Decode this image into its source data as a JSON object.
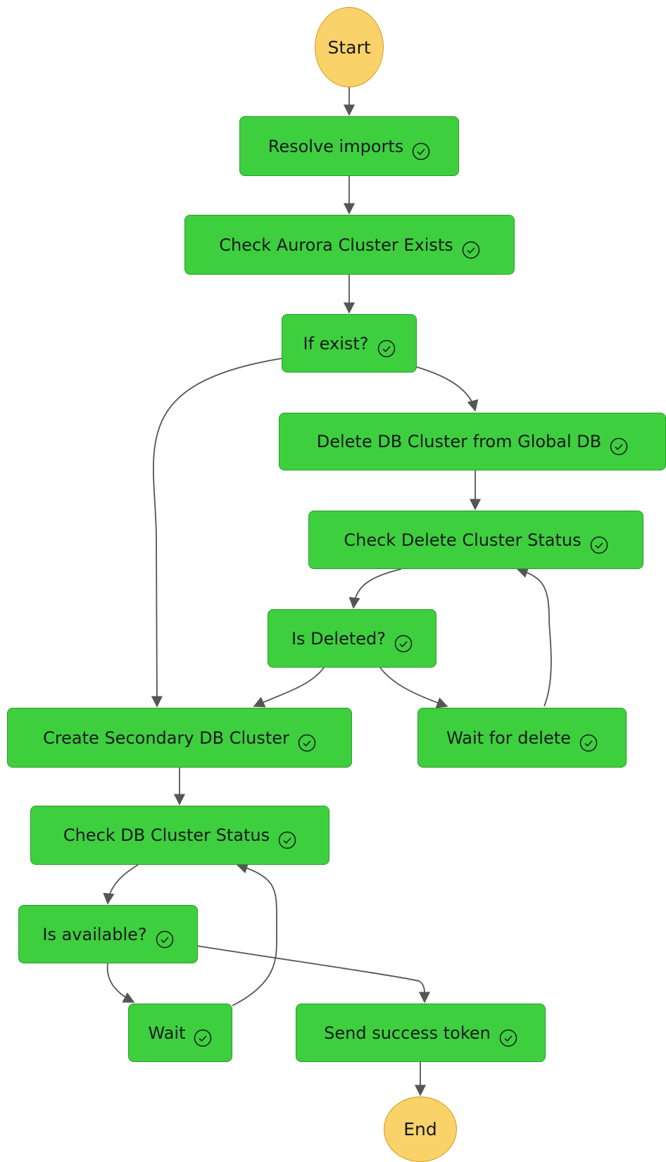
{
  "colors": {
    "task_fill": "#3ecf3e",
    "task_border": "#2a9c2a",
    "terminal_fill": "#fad26a",
    "terminal_border": "#d39b1c",
    "edge": "#555555",
    "text": "#16191f"
  },
  "states": {
    "start": "Start",
    "resolve_imports": "Resolve imports",
    "check_cluster_exists": "Check Aurora Cluster Exists",
    "if_exist": "If exist?",
    "delete_from_global": "Delete DB Cluster from Global DB",
    "check_delete_status": "Check Delete Cluster Status",
    "is_deleted": "Is Deleted?",
    "create_secondary": "Create Secondary DB Cluster",
    "wait_for_delete": "Wait for delete",
    "check_cluster_status": "Check DB Cluster Status",
    "is_available": "Is available?",
    "wait": "Wait",
    "send_success_token": "Send success token",
    "end": "End"
  },
  "status_icon": "check-circle-icon",
  "edges": [
    [
      "start",
      "resolve_imports"
    ],
    [
      "resolve_imports",
      "check_cluster_exists"
    ],
    [
      "check_cluster_exists",
      "if_exist"
    ],
    [
      "if_exist",
      "create_secondary"
    ],
    [
      "if_exist",
      "delete_from_global"
    ],
    [
      "delete_from_global",
      "check_delete_status"
    ],
    [
      "check_delete_status",
      "is_deleted"
    ],
    [
      "is_deleted",
      "create_secondary"
    ],
    [
      "is_deleted",
      "wait_for_delete"
    ],
    [
      "wait_for_delete",
      "check_delete_status"
    ],
    [
      "create_secondary",
      "check_cluster_status"
    ],
    [
      "check_cluster_status",
      "is_available"
    ],
    [
      "is_available",
      "wait"
    ],
    [
      "is_available",
      "send_success_token"
    ],
    [
      "wait",
      "check_cluster_status"
    ],
    [
      "send_success_token",
      "end"
    ]
  ]
}
